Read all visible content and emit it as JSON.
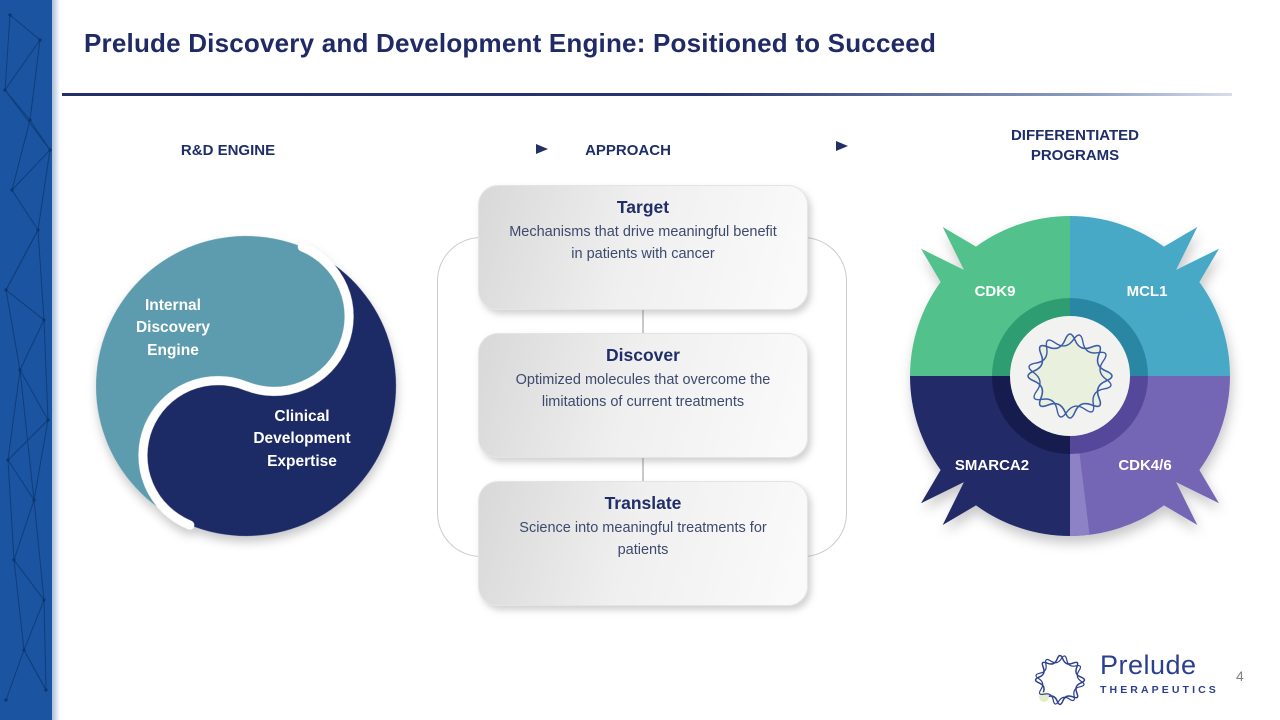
{
  "slide": {
    "title": "Prelude Discovery and Development Engine: Positioned to Succeed",
    "page_number": "4"
  },
  "headers": {
    "rd_engine": "R&D ENGINE",
    "approach": "APPROACH",
    "programs": "DIFFERENTIATED PROGRAMS"
  },
  "engine_circle": {
    "internal": "Internal\nDiscovery\nEngine",
    "clinical": "Clinical\nDevelopment\nExpertise",
    "teal_color": "#5b9cae",
    "navy_color": "#1f2a66"
  },
  "steps": [
    {
      "title": "Target",
      "desc": "Mechanisms that drive meaningful benefit in patients with cancer"
    },
    {
      "title": "Discover",
      "desc": "Optimized molecules that overcome the limitations of current treatments"
    },
    {
      "title": "Translate",
      "desc": "Science into meaningful treatments for patients"
    }
  ],
  "wheel": {
    "quadrants": [
      {
        "label": "CDK9",
        "color": "#53c18c",
        "ring": "#2f9d72"
      },
      {
        "label": "MCL1",
        "color": "#46a9c6",
        "ring": "#2c87a4"
      },
      {
        "label": "SMARCA2",
        "color": "#242b68",
        "ring": "#171d4d"
      },
      {
        "label": "CDK4/6",
        "color": "#7466b5",
        "ring": "#55479a"
      }
    ]
  },
  "logo": {
    "brand": "Prelude",
    "sub": "THERAPEUTICS"
  },
  "colors": {
    "brand_navy": "#1f2a66",
    "sidebar_blue": "#1b54a1",
    "loop_gray": "#cccccc"
  }
}
